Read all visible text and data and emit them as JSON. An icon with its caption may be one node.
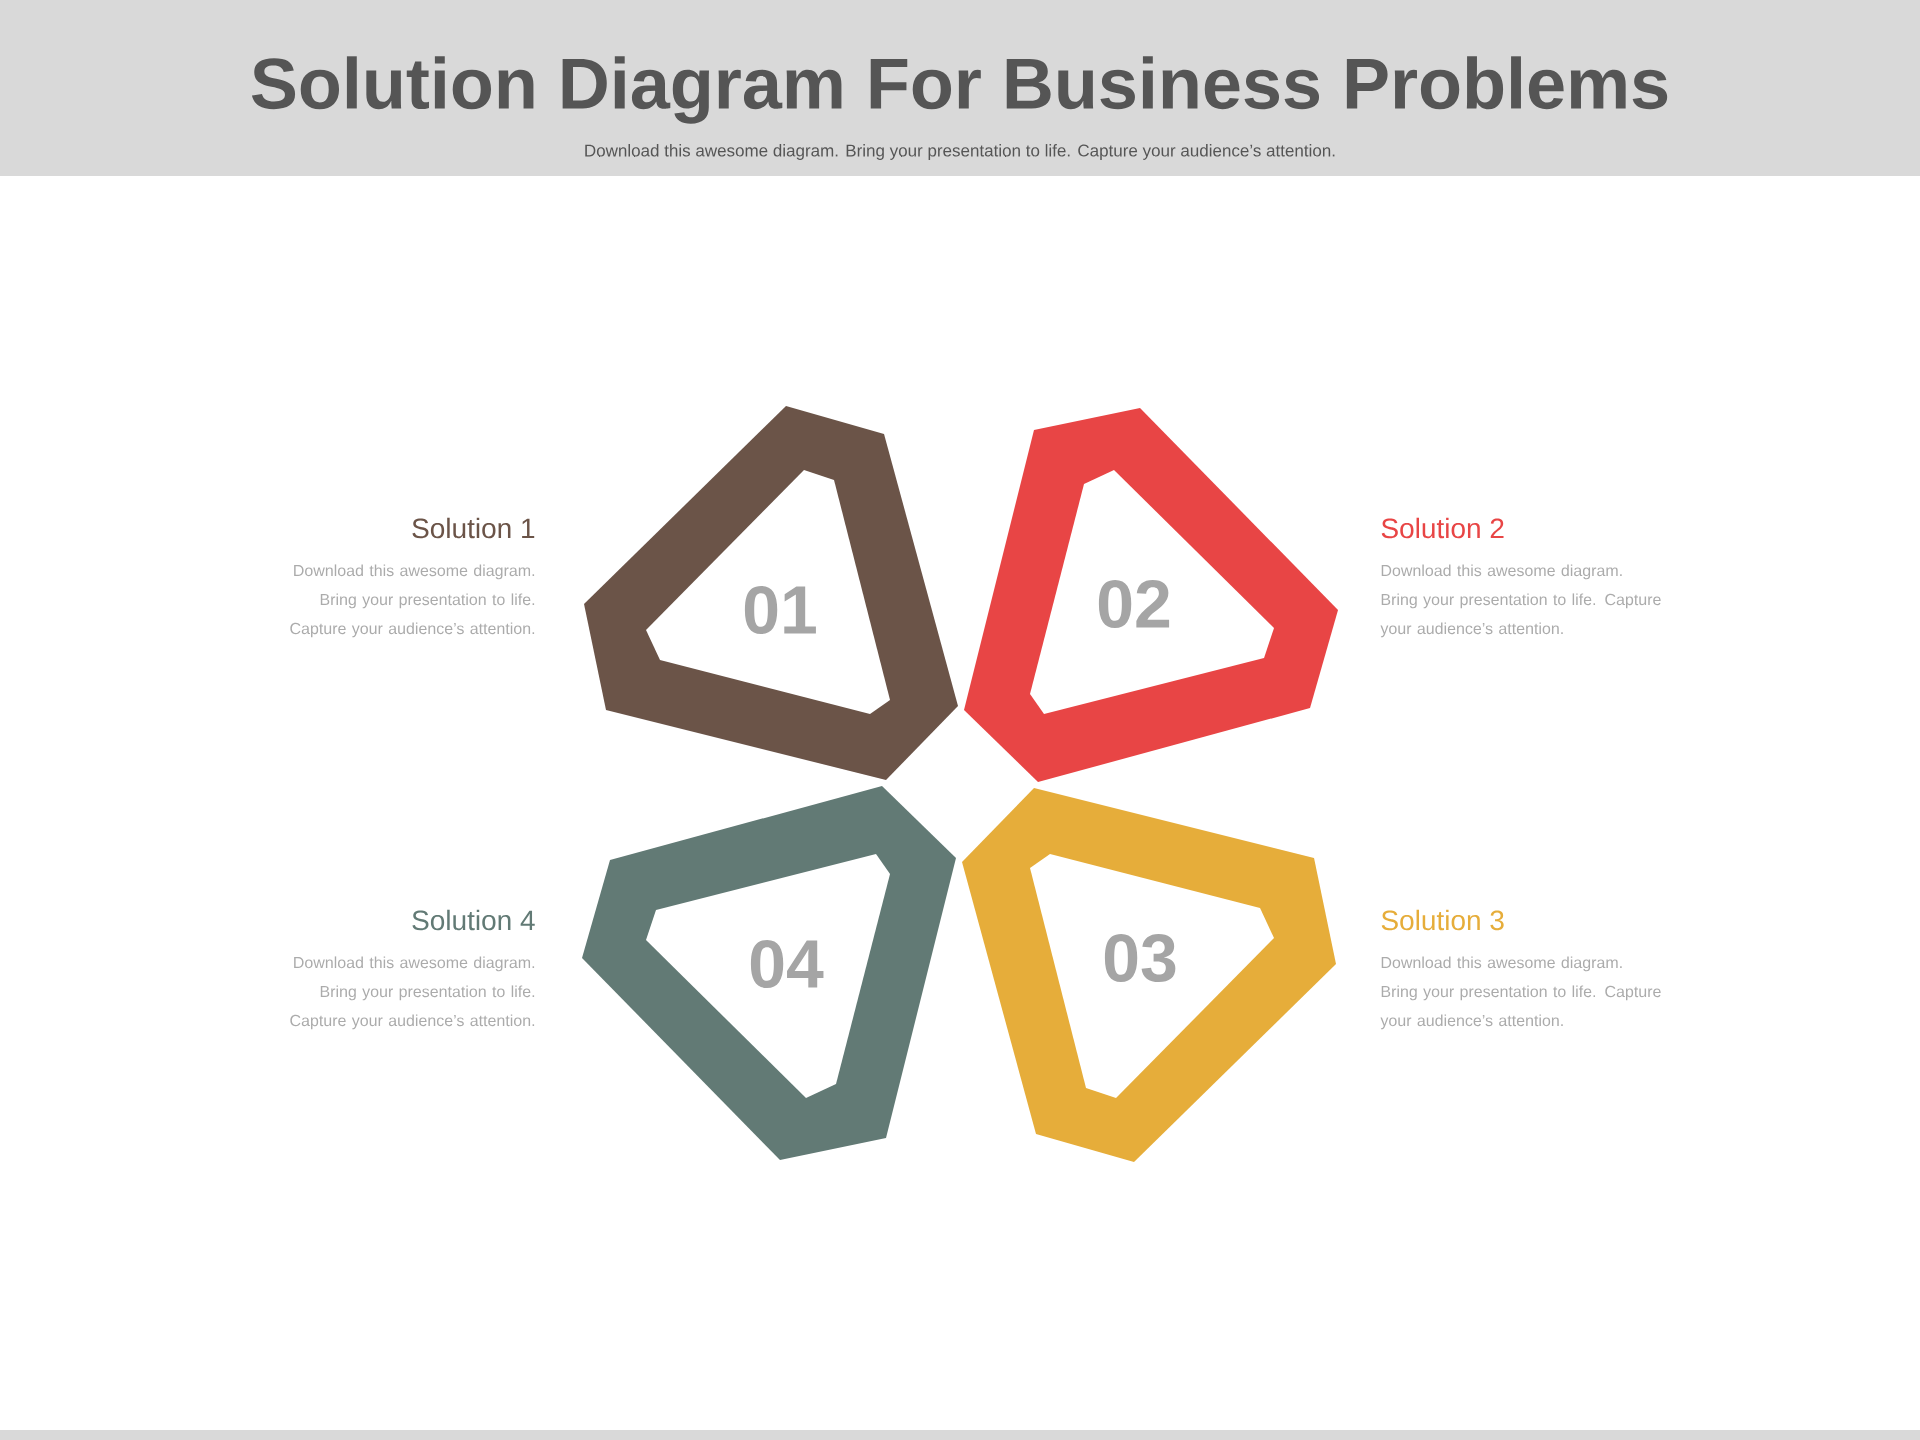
{
  "diagram": {
    "title": "Solution Diagram For Business Problems",
    "nodes": [
      {
        "text": [
          "01"
        ],
        "beside": [
          "Solution 1",
          "Download this awesome diagram. Bring your presentation to life. Capture your audience’s attention."
        ]
      },
      {
        "text": [
          "02"
        ],
        "beside": [
          "Solution 2",
          "Download this awesome diagram. Bring your presentation to life. Capture your audience’s attention."
        ]
      },
      {
        "text": [
          "03"
        ],
        "beside": [
          "Solution 3",
          "Download this awesome diagram. Bring your presentation to life. Capture your audience’s attention."
        ]
      },
      {
        "text": [
          "04"
        ],
        "beside": [
          "Solution 4",
          "Download this awesome diagram. Bring your presentation to life. Capture your audience’s attention."
        ]
      }
    ],
    "labels": [
      "Download this awesome diagram. Bring your presentation to life. Capture your audience’s attention."
    ]
  }
}
